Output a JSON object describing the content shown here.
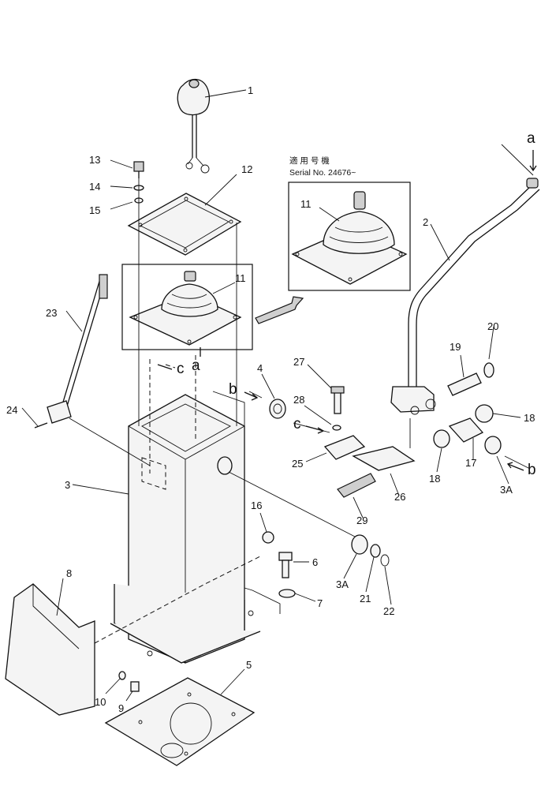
{
  "serial_note": {
    "heading": "適 用 号 機",
    "serial": "Serial No. 24676~"
  },
  "callouts": [
    {
      "id": "c1",
      "text": "1"
    },
    {
      "id": "c2",
      "text": "2"
    },
    {
      "id": "c3",
      "text": "3"
    },
    {
      "id": "c3a1",
      "text": "3A"
    },
    {
      "id": "c3a2",
      "text": "3A"
    },
    {
      "id": "c4",
      "text": "4"
    },
    {
      "id": "c5",
      "text": "5"
    },
    {
      "id": "c6",
      "text": "6"
    },
    {
      "id": "c7",
      "text": "7"
    },
    {
      "id": "c8",
      "text": "8"
    },
    {
      "id": "c9",
      "text": "9"
    },
    {
      "id": "c10",
      "text": "10"
    },
    {
      "id": "c11a",
      "text": "11"
    },
    {
      "id": "c11b",
      "text": "11"
    },
    {
      "id": "c12",
      "text": "12"
    },
    {
      "id": "c13",
      "text": "13"
    },
    {
      "id": "c14",
      "text": "14"
    },
    {
      "id": "c15",
      "text": "15"
    },
    {
      "id": "c16",
      "text": "16"
    },
    {
      "id": "c17",
      "text": "17"
    },
    {
      "id": "c18a",
      "text": "18"
    },
    {
      "id": "c18b",
      "text": "18"
    },
    {
      "id": "c19",
      "text": "19"
    },
    {
      "id": "c20",
      "text": "20"
    },
    {
      "id": "c21",
      "text": "21"
    },
    {
      "id": "c22",
      "text": "22"
    },
    {
      "id": "c23",
      "text": "23"
    },
    {
      "id": "c24",
      "text": "24"
    },
    {
      "id": "c25",
      "text": "25"
    },
    {
      "id": "c26",
      "text": "26"
    },
    {
      "id": "c27",
      "text": "27"
    },
    {
      "id": "c28",
      "text": "28"
    },
    {
      "id": "c29",
      "text": "29"
    }
  ],
  "reference_letters": [
    {
      "id": "la_top",
      "text": "a"
    },
    {
      "id": "la_mid",
      "text": "a"
    },
    {
      "id": "lb_top",
      "text": "b"
    },
    {
      "id": "lb_right",
      "text": "b"
    },
    {
      "id": "lc_left",
      "text": "c"
    },
    {
      "id": "lc_mid",
      "text": "c"
    }
  ]
}
